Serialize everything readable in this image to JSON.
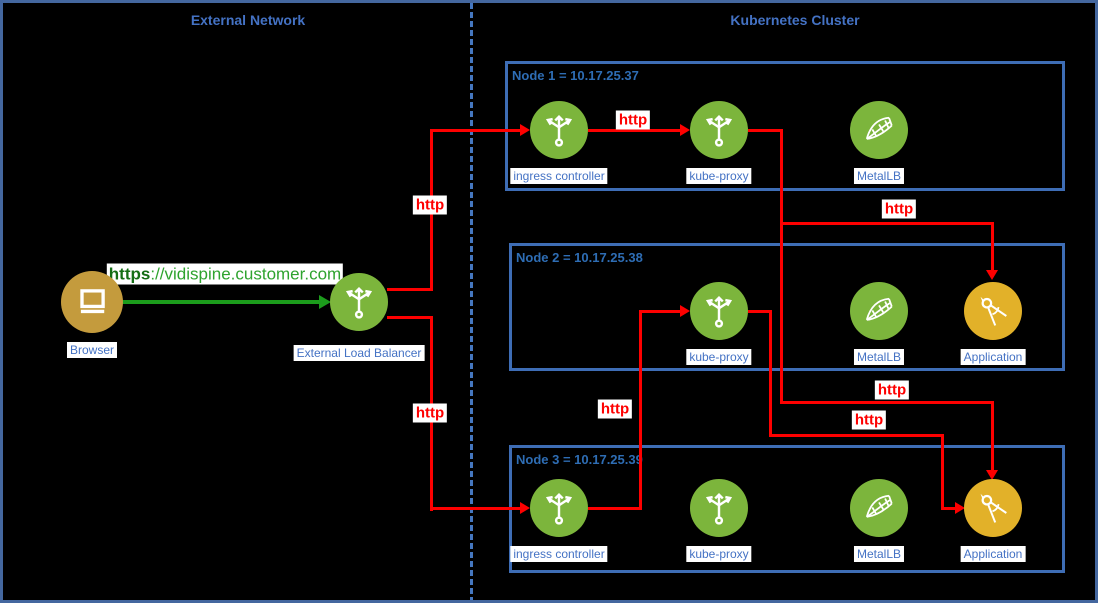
{
  "sections": {
    "external": "External Network",
    "cluster": "Kubernetes Cluster"
  },
  "external": {
    "browser_label": "Browser",
    "load_balancer_label": "External Load Balancer"
  },
  "nodes": [
    {
      "title": "Node 1 = 10.17.25.37",
      "ip": "10.17.25.37",
      "items": [
        {
          "name": "ingress-controller",
          "label": "ingress controller"
        },
        {
          "name": "kube-proxy",
          "label": "kube-proxy"
        },
        {
          "name": "metallb",
          "label": "MetalLB"
        }
      ]
    },
    {
      "title": "Node 2 = 10.17.25.38",
      "ip": "10.17.25.38",
      "items": [
        {
          "name": "kube-proxy",
          "label": "kube-proxy"
        },
        {
          "name": "metallb",
          "label": "MetalLB"
        },
        {
          "name": "application",
          "label": "Application"
        }
      ]
    },
    {
      "title": "Node 3 = 10.17.25.39",
      "ip": "10.17.25.39",
      "items": [
        {
          "name": "ingress-controller",
          "label": "ingress controller"
        },
        {
          "name": "kube-proxy",
          "label": "kube-proxy"
        },
        {
          "name": "metallb",
          "label": "MetalLB"
        },
        {
          "name": "application",
          "label": "Application"
        }
      ]
    }
  ],
  "connections": [
    {
      "from": "browser",
      "to": "external-load-balancer",
      "scheme": "https",
      "rest": "://vidispine.customer.com"
    },
    {
      "from": "external-load-balancer",
      "to": "node1-ingress-controller",
      "label": "http"
    },
    {
      "from": "external-load-balancer",
      "to": "node3-ingress-controller",
      "label": "http"
    },
    {
      "from": "node1-ingress-controller",
      "to": "node1-kube-proxy",
      "label": "http"
    },
    {
      "from": "node1-kube-proxy",
      "to": "node2-application",
      "label": "http"
    },
    {
      "from": "node1-kube-proxy",
      "to": "node3-application",
      "label": "http"
    },
    {
      "from": "node3-ingress-controller",
      "to": "node2-kube-proxy",
      "label": "http"
    },
    {
      "from": "node2-kube-proxy",
      "to": "node3-application",
      "label": "http"
    }
  ],
  "colors": {
    "background": "#000000",
    "box_border_blue": "#3E6DB5",
    "title_blue": "#4472C4",
    "node_title_blue": "#2E6DB4",
    "red_http": "#FE0000",
    "green_https": "#1C9C1C",
    "icon_green": "#7CB53C",
    "icon_gold": "#E2B129",
    "icon_bronze": "#C49B3D"
  }
}
